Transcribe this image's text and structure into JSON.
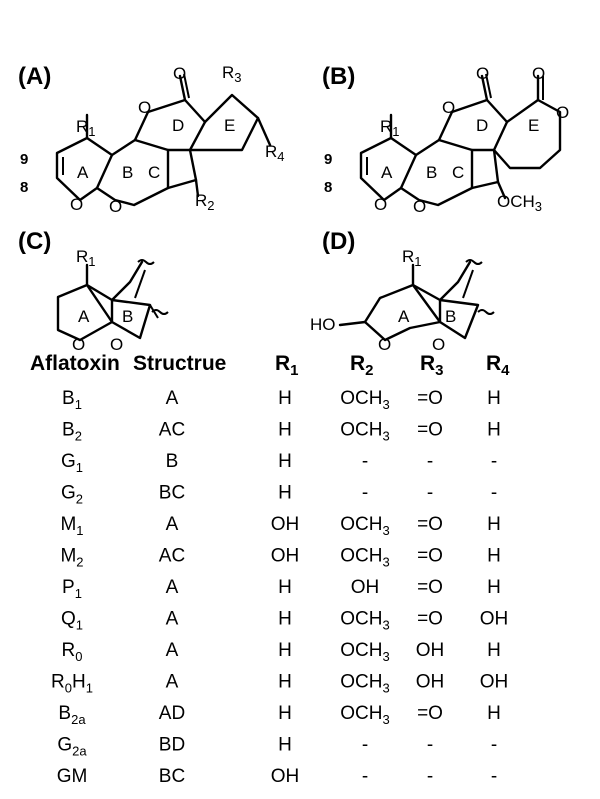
{
  "panels": {
    "a": "(A)",
    "b": "(B)",
    "c": "(C)",
    "d": "(D)"
  },
  "atoms": {
    "O": "O",
    "HO": "HO",
    "R": "R",
    "OCH3_main": "OCH",
    "OCH3_sub": "3",
    "sub1": "1",
    "sub2": "2",
    "sub3": "3",
    "sub4": "4",
    "pos9": "9",
    "pos8": "8"
  },
  "rings": {
    "A": "A",
    "B": "B",
    "C": "C",
    "D": "D",
    "E": "E"
  },
  "table": {
    "headers": {
      "aflatoxin": "Aflatoxin",
      "structure": "Structrue",
      "r1": "R",
      "r1_sub": "1",
      "r2": "R",
      "r2_sub": "2",
      "r3": "R",
      "r3_sub": "3",
      "r4": "R",
      "r4_sub": "4"
    },
    "rows": [
      {
        "name": "B",
        "name_sub": "1",
        "structure": "A",
        "r1": "H",
        "r2": "OCH",
        "r2_sub": "3",
        "r3": "=O",
        "r4": "H"
      },
      {
        "name": "B",
        "name_sub": "2",
        "structure": "AC",
        "r1": "H",
        "r2": "OCH",
        "r2_sub": "3",
        "r3": "=O",
        "r4": "H"
      },
      {
        "name": "G",
        "name_sub": "1",
        "structure": "B",
        "r1": "H",
        "r2": "-",
        "r2_sub": "",
        "r3": "-",
        "r4": "-"
      },
      {
        "name": "G",
        "name_sub": "2",
        "structure": "BC",
        "r1": "H",
        "r2": "-",
        "r2_sub": "",
        "r3": "-",
        "r4": "-"
      },
      {
        "name": "M",
        "name_sub": "1",
        "structure": "A",
        "r1": "OH",
        "r2": "OCH",
        "r2_sub": "3",
        "r3": "=O",
        "r4": "H"
      },
      {
        "name": "M",
        "name_sub": "2",
        "structure": "AC",
        "r1": "OH",
        "r2": "OCH",
        "r2_sub": "3",
        "r3": "=O",
        "r4": "H"
      },
      {
        "name": "P",
        "name_sub": "1",
        "structure": "A",
        "r1": "H",
        "r2": "OH",
        "r2_sub": "",
        "r3": "=O",
        "r4": "H"
      },
      {
        "name": "Q",
        "name_sub": "1",
        "structure": "A",
        "r1": "H",
        "r2": "OCH",
        "r2_sub": "3",
        "r3": "=O",
        "r4": "OH"
      },
      {
        "name": "R",
        "name_sub": "0",
        "structure": "A",
        "r1": "H",
        "r2": "OCH",
        "r2_sub": "3",
        "r3": "OH",
        "r4": "H"
      },
      {
        "name": "R",
        "name_sub": "0",
        "name_tail": "H",
        "name_tail_sub": "1",
        "structure": "A",
        "r1": "H",
        "r2": "OCH",
        "r2_sub": "3",
        "r3": "OH",
        "r4": "OH"
      },
      {
        "name": "B",
        "name_sub": "2a",
        "structure": "AD",
        "r1": "H",
        "r2": "OCH",
        "r2_sub": "3",
        "r3": "=O",
        "r4": "H"
      },
      {
        "name": "G",
        "name_sub": "2a",
        "structure": "BD",
        "r1": "H",
        "r2": "-",
        "r2_sub": "",
        "r3": "-",
        "r4": "-"
      },
      {
        "name": "GM",
        "name_sub": "",
        "structure": "BC",
        "r1": "OH",
        "r2": "-",
        "r2_sub": "",
        "r3": "-",
        "r4": "-"
      }
    ]
  }
}
